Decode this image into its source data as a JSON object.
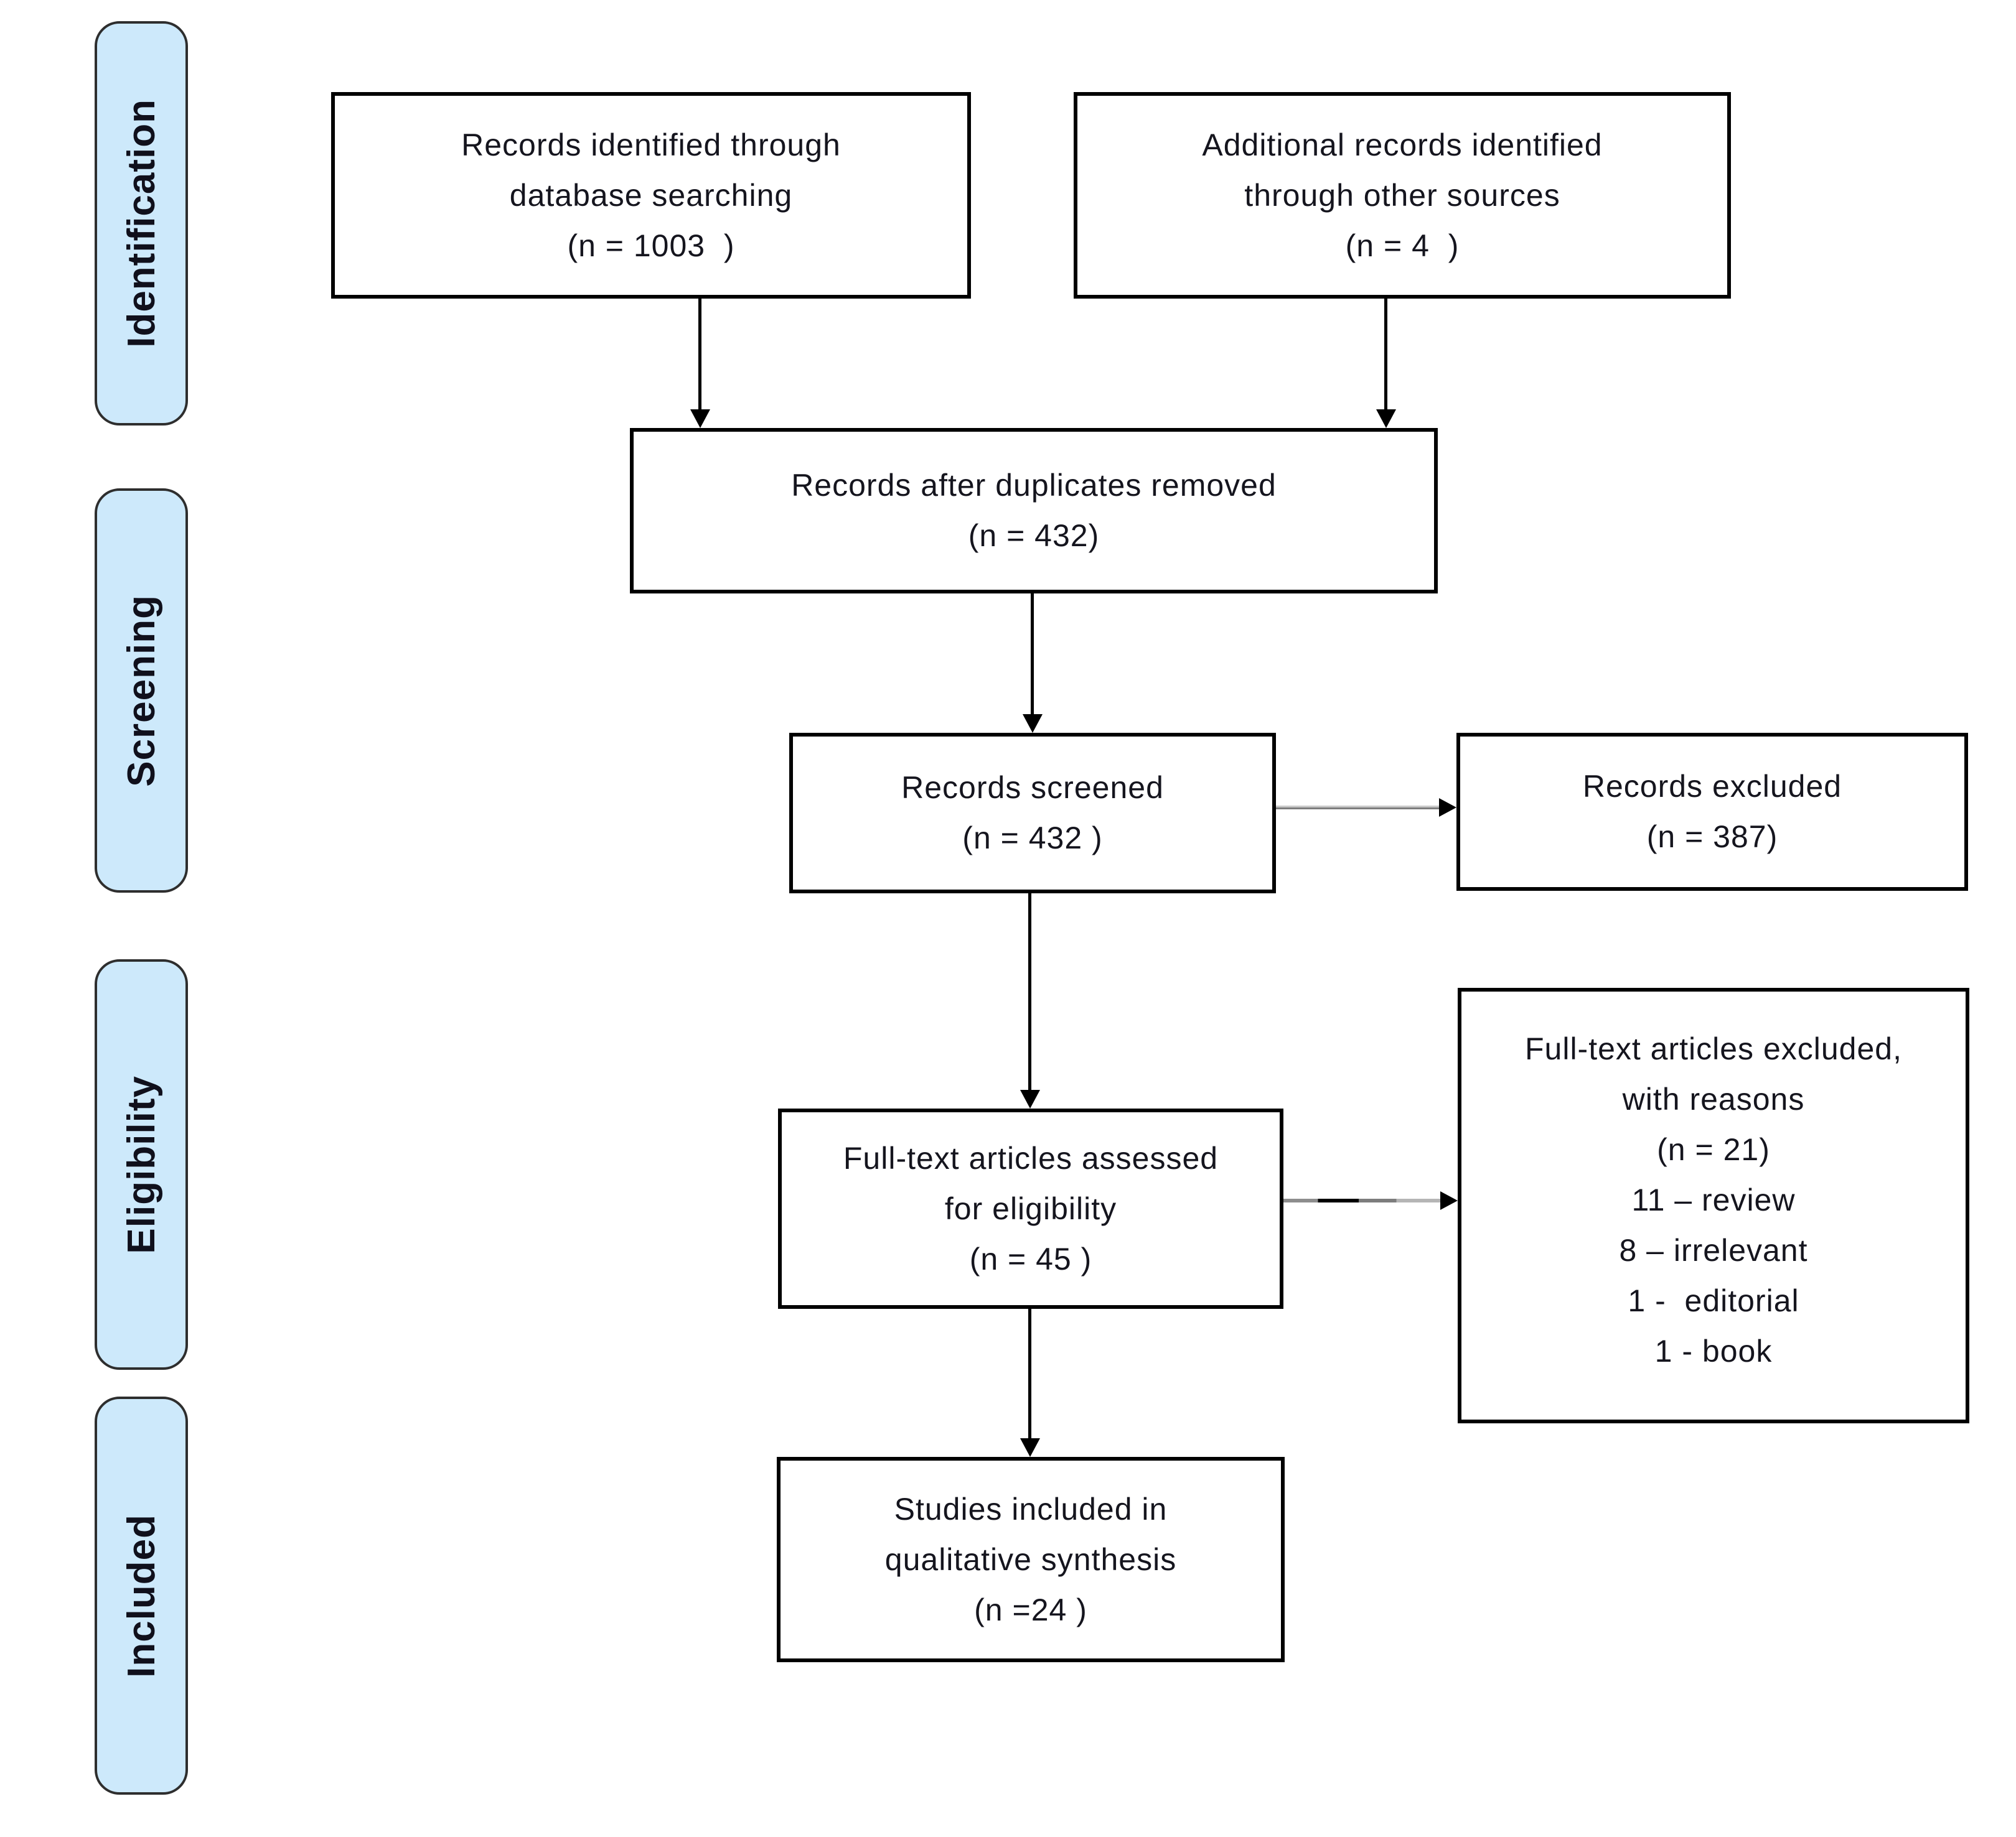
{
  "sidebar": {
    "stages": [
      {
        "label": "Identification"
      },
      {
        "label": "Screening"
      },
      {
        "label": "Eligibility"
      },
      {
        "label": "Included"
      }
    ]
  },
  "flow": {
    "records_identified": {
      "lines": [
        "Records identified through",
        "database searching",
        "(n = 1003  )"
      ]
    },
    "additional_records": {
      "lines": [
        "Additional records identified",
        "through other sources",
        "(n = 4  )"
      ]
    },
    "duplicates_removed": {
      "lines": [
        "Records after duplicates removed",
        "(n = 432)"
      ]
    },
    "records_screened": {
      "lines": [
        "Records screened",
        "(n = 432 )"
      ]
    },
    "records_excluded": {
      "lines": [
        "Records excluded",
        "(n = 387)"
      ]
    },
    "fulltext_assessed": {
      "lines": [
        "Full-text articles assessed",
        "for eligibility",
        "(n = 45 )"
      ]
    },
    "fulltext_excluded": {
      "lines": [
        "Full-text articles excluded,",
        "with reasons",
        "(n = 21)",
        "11 – review",
        "8 – irrelevant",
        "1 -  editorial",
        "1 - book"
      ]
    },
    "studies_included": {
      "lines": [
        "Studies included in",
        "qualitative synthesis",
        "(n =24 )"
      ]
    }
  },
  "colors": {
    "stage_fill": "#cde9fb",
    "stage_border": "#2e2e2e",
    "box_border": "#000000",
    "text": "#15151e",
    "arrow_black": "#000000",
    "arrow_gray": "#8d8d8d"
  }
}
